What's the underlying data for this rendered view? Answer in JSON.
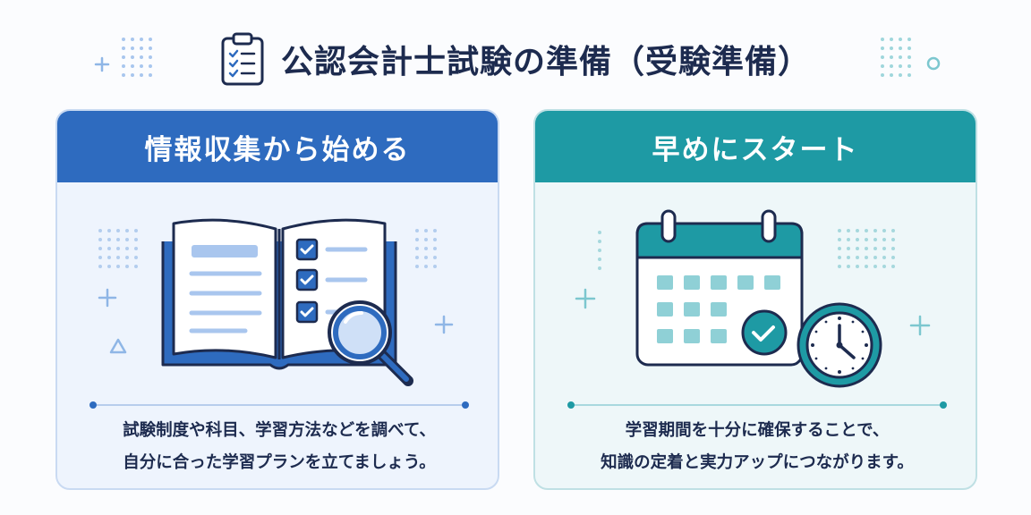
{
  "header": {
    "title": "公認会計士試験の準備（受験準備）",
    "icon": "clipboard-checklist-icon"
  },
  "cards": [
    {
      "title": "情報収集から始める",
      "text_lines": [
        "試験制度や科目、学習方法などを調べて、",
        "自分に合った学習プランを立てましょう。"
      ],
      "icon": "book-with-checklist-and-magnifier-icon",
      "color": "#2e6bbf"
    },
    {
      "title": "早めにスタート",
      "text_lines": [
        "学習期間を十分に確保することで、",
        "知識の定着と実力アップにつながります。"
      ],
      "icon": "calendar-with-clock-icon",
      "color": "#1e9aa4"
    }
  ]
}
